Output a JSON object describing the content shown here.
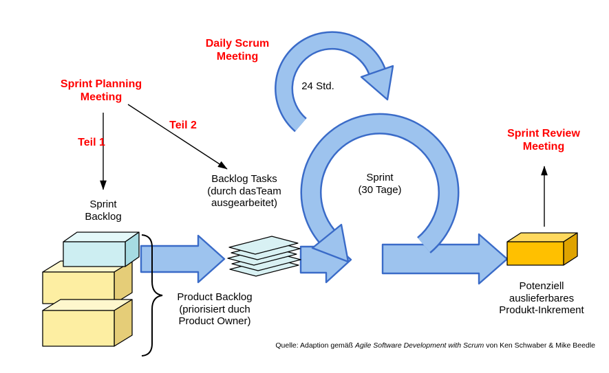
{
  "diagram": {
    "labels": {
      "daily_scrum_meeting": "Daily Scrum\nMeeting",
      "hours": "24 Std.",
      "sprint_planning_meeting": "Sprint Planning\nMeeting",
      "teil_1": "Teil 1",
      "teil_2": "Teil 2",
      "sprint_duration": "Sprint\n(30 Tage)",
      "sprint_review_meeting": "Sprint Review\nMeeting",
      "sprint_backlog": "Sprint\nBacklog",
      "backlog_tasks": "Backlog Tasks\n(durch dasTeam\nausgearbeitet)",
      "product_backlog": "Product Backlog\n(priorisiert duch\nProduct Owner)",
      "product_increment": "Potenziell\nauslieferbares\nProdukt-Inkrement"
    },
    "source": {
      "prefix": "Quelle: Adaption gemäß ",
      "book_title": "Agile Software Development with Scrum",
      "suffix": " von Ken Schwaber & Mike Beedle"
    },
    "colors": {
      "label_red": "#ff0000",
      "text_black": "#000000",
      "arrow_fill": "#9dc3ee",
      "arrow_stroke": "#3a6bc8",
      "box_cyan": "#cdeef2",
      "box_yellow": "#fdeea2",
      "box_orange": "#ffc000"
    }
  }
}
